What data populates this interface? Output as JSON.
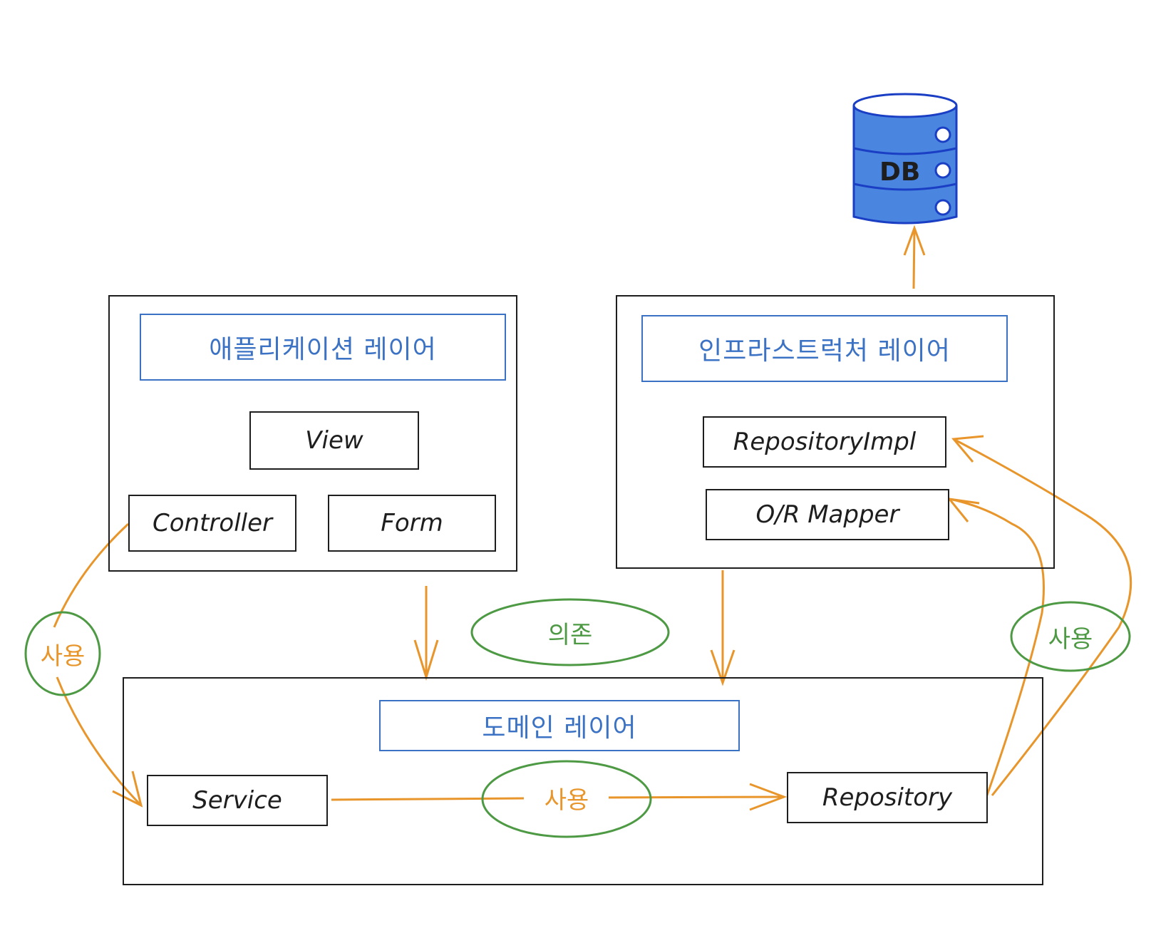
{
  "diagram": {
    "database": {
      "label": "DB",
      "fill_color": "#4a86e0",
      "stroke_color": "#1b3fc4"
    },
    "layers": {
      "application": {
        "title": "애플리케이션 레이어",
        "components": {
          "view": "View",
          "controller": "Controller",
          "form": "Form"
        }
      },
      "infrastructure": {
        "title": "인프라스트럭처 레이어",
        "components": {
          "repository_impl": "RepositoryImpl",
          "or_mapper": "O/R Mapper"
        }
      },
      "domain": {
        "title": "도메인 레이어",
        "components": {
          "service": "Service",
          "repository": "Repository"
        }
      }
    },
    "annotations": {
      "dependency": "의존",
      "use_left": "사용",
      "use_middle": "사용",
      "use_right": "사용"
    },
    "colors": {
      "box_stroke": "#1e1e1e",
      "layer_title": "#3b72c4",
      "arrow": "#e8962b",
      "ellipse": "#4e9a44"
    },
    "relations": [
      {
        "from": "Controller",
        "to": "Service",
        "label": "사용"
      },
      {
        "from": "Service",
        "to": "Repository",
        "label": "사용"
      },
      {
        "from": "Repository",
        "to": "RepositoryImpl",
        "label": "사용"
      },
      {
        "from": "Repository",
        "to": "O/R Mapper",
        "label": "사용"
      },
      {
        "from": "애플리케이션 레이어",
        "to": "도메인 레이어",
        "label": "의존"
      },
      {
        "from": "인프라스트럭처 레이어",
        "to": "도메인 레이어",
        "label": "의존"
      },
      {
        "from": "인프라스트럭처 레이어",
        "to": "DB",
        "label": ""
      }
    ]
  }
}
